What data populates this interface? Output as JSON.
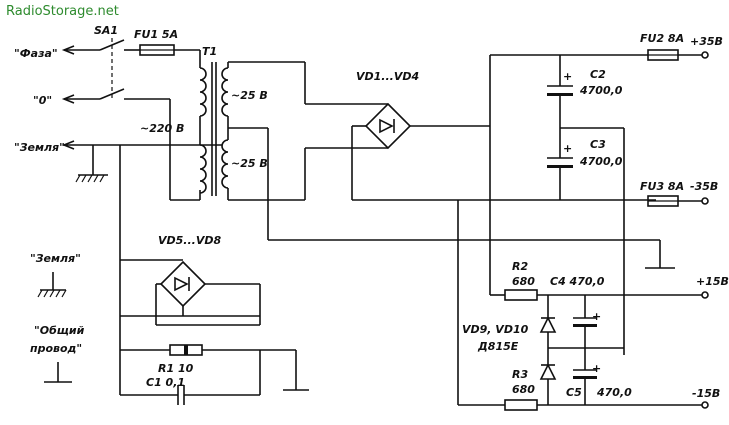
{
  "watermark": "RadioStorage.net",
  "switch": {
    "ref": "SA1"
  },
  "inputs": {
    "phase": "\"Фаза\"",
    "zero": "\"0\"",
    "ground": "\"Земля\""
  },
  "fuses": {
    "fu1": "FU1 5A",
    "fu2": "FU2 8A",
    "fu3": "FU3 8A"
  },
  "transformer": {
    "ref": "T1",
    "primary": "~220 В",
    "secondary_top": "~25 В",
    "secondary_bottom": "~25 В"
  },
  "bridges": {
    "main": "VD1...VD4",
    "ground": "VD5...VD8"
  },
  "capacitors": {
    "c2_ref": "C2",
    "c2_val": "4700,0",
    "c3_ref": "C3",
    "c3_val": "4700,0",
    "c4": "C4 470,0",
    "c5_ref": "C5",
    "c5_val": "470,0",
    "c1": "C1 0,1"
  },
  "resistors": {
    "r2_ref": "R2",
    "r2_val": "680",
    "r3_ref": "R3",
    "r3_val": "680",
    "r1": "R1 10"
  },
  "zeners": {
    "ref": "VD9, VD10",
    "type": "Д815Е"
  },
  "outputs": {
    "plus35": "+35В",
    "minus35": "-35В",
    "plus15": "+15В",
    "minus15": "-15В"
  },
  "legend": {
    "ground_label": "\"Земля\"",
    "common_label_1": "\"Общий",
    "common_label_2": "провод\""
  }
}
